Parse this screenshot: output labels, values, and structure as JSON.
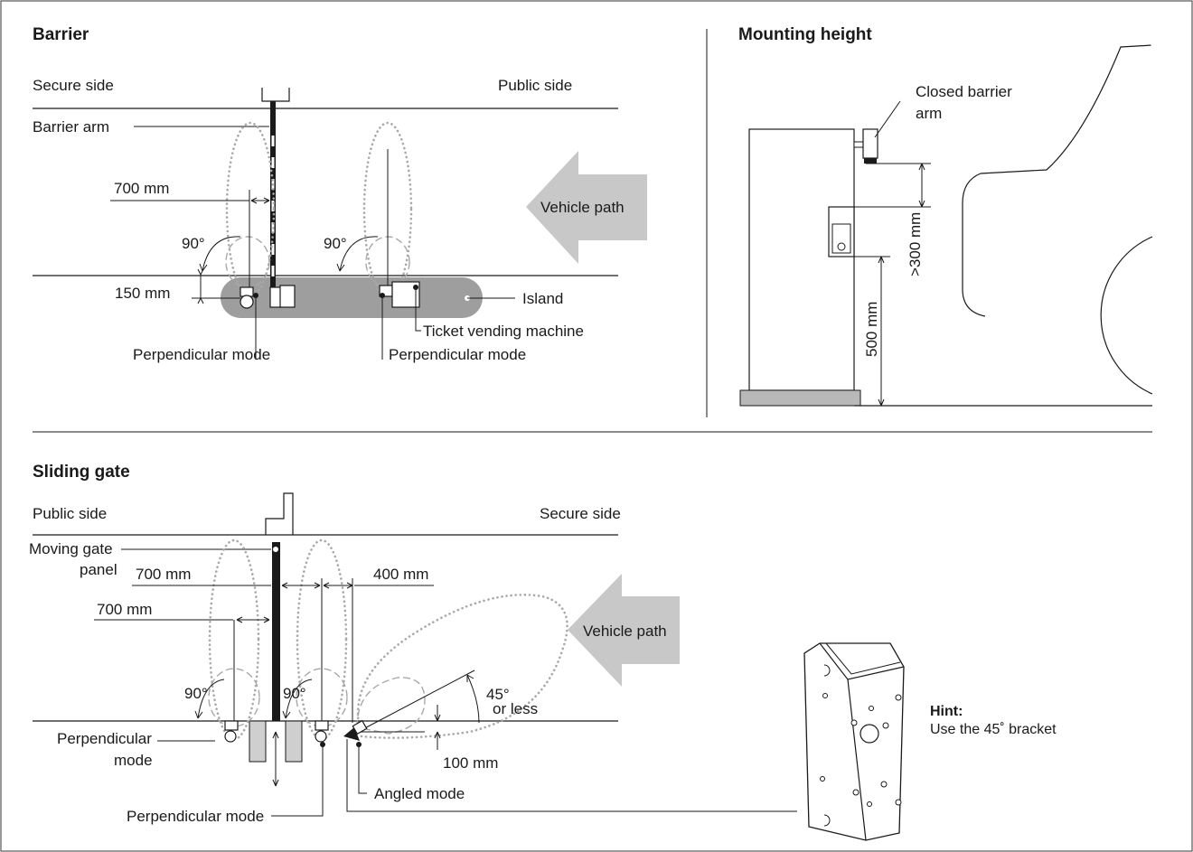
{
  "barrier": {
    "title": "Barrier",
    "secure_side": "Secure side",
    "public_side": "Public side",
    "barrier_arm": "Barrier arm",
    "dim_700": "700 mm",
    "angle_90_left": "90°",
    "angle_90_right": "90°",
    "dim_150": "150 mm",
    "vehicle_path": "Vehicle path",
    "island": "Island",
    "ticket_machine": "Ticket vending machine",
    "perp_mode_left": "Perpendicular mode",
    "perp_mode_right": "Perpendicular mode"
  },
  "mounting": {
    "title": "Mounting height",
    "closed_arm_1": "Closed barrier",
    "closed_arm_2": "arm",
    "dim_300": ">300 mm",
    "dim_500": "500 mm"
  },
  "sliding": {
    "title": "Sliding gate",
    "public_side": "Public side",
    "secure_side": "Secure side",
    "moving_gate_1": "Moving gate",
    "moving_gate_2": "panel",
    "dim_700_top": "700 mm",
    "dim_700_left": "700 mm",
    "dim_400": "400 mm",
    "vehicle_path": "Vehicle path",
    "angle_90_left": "90°",
    "angle_90_right": "90°",
    "angle_45_1": "45°",
    "angle_45_2": "or less",
    "dim_100": "100 mm",
    "perp_mode_left_1": "Perpendicular",
    "perp_mode_left_2": "mode",
    "perp_mode_bottom": "Perpendicular mode",
    "angled_mode": "Angled mode"
  },
  "hint": {
    "title": "Hint:",
    "body": "Use the 45˚ bracket"
  }
}
